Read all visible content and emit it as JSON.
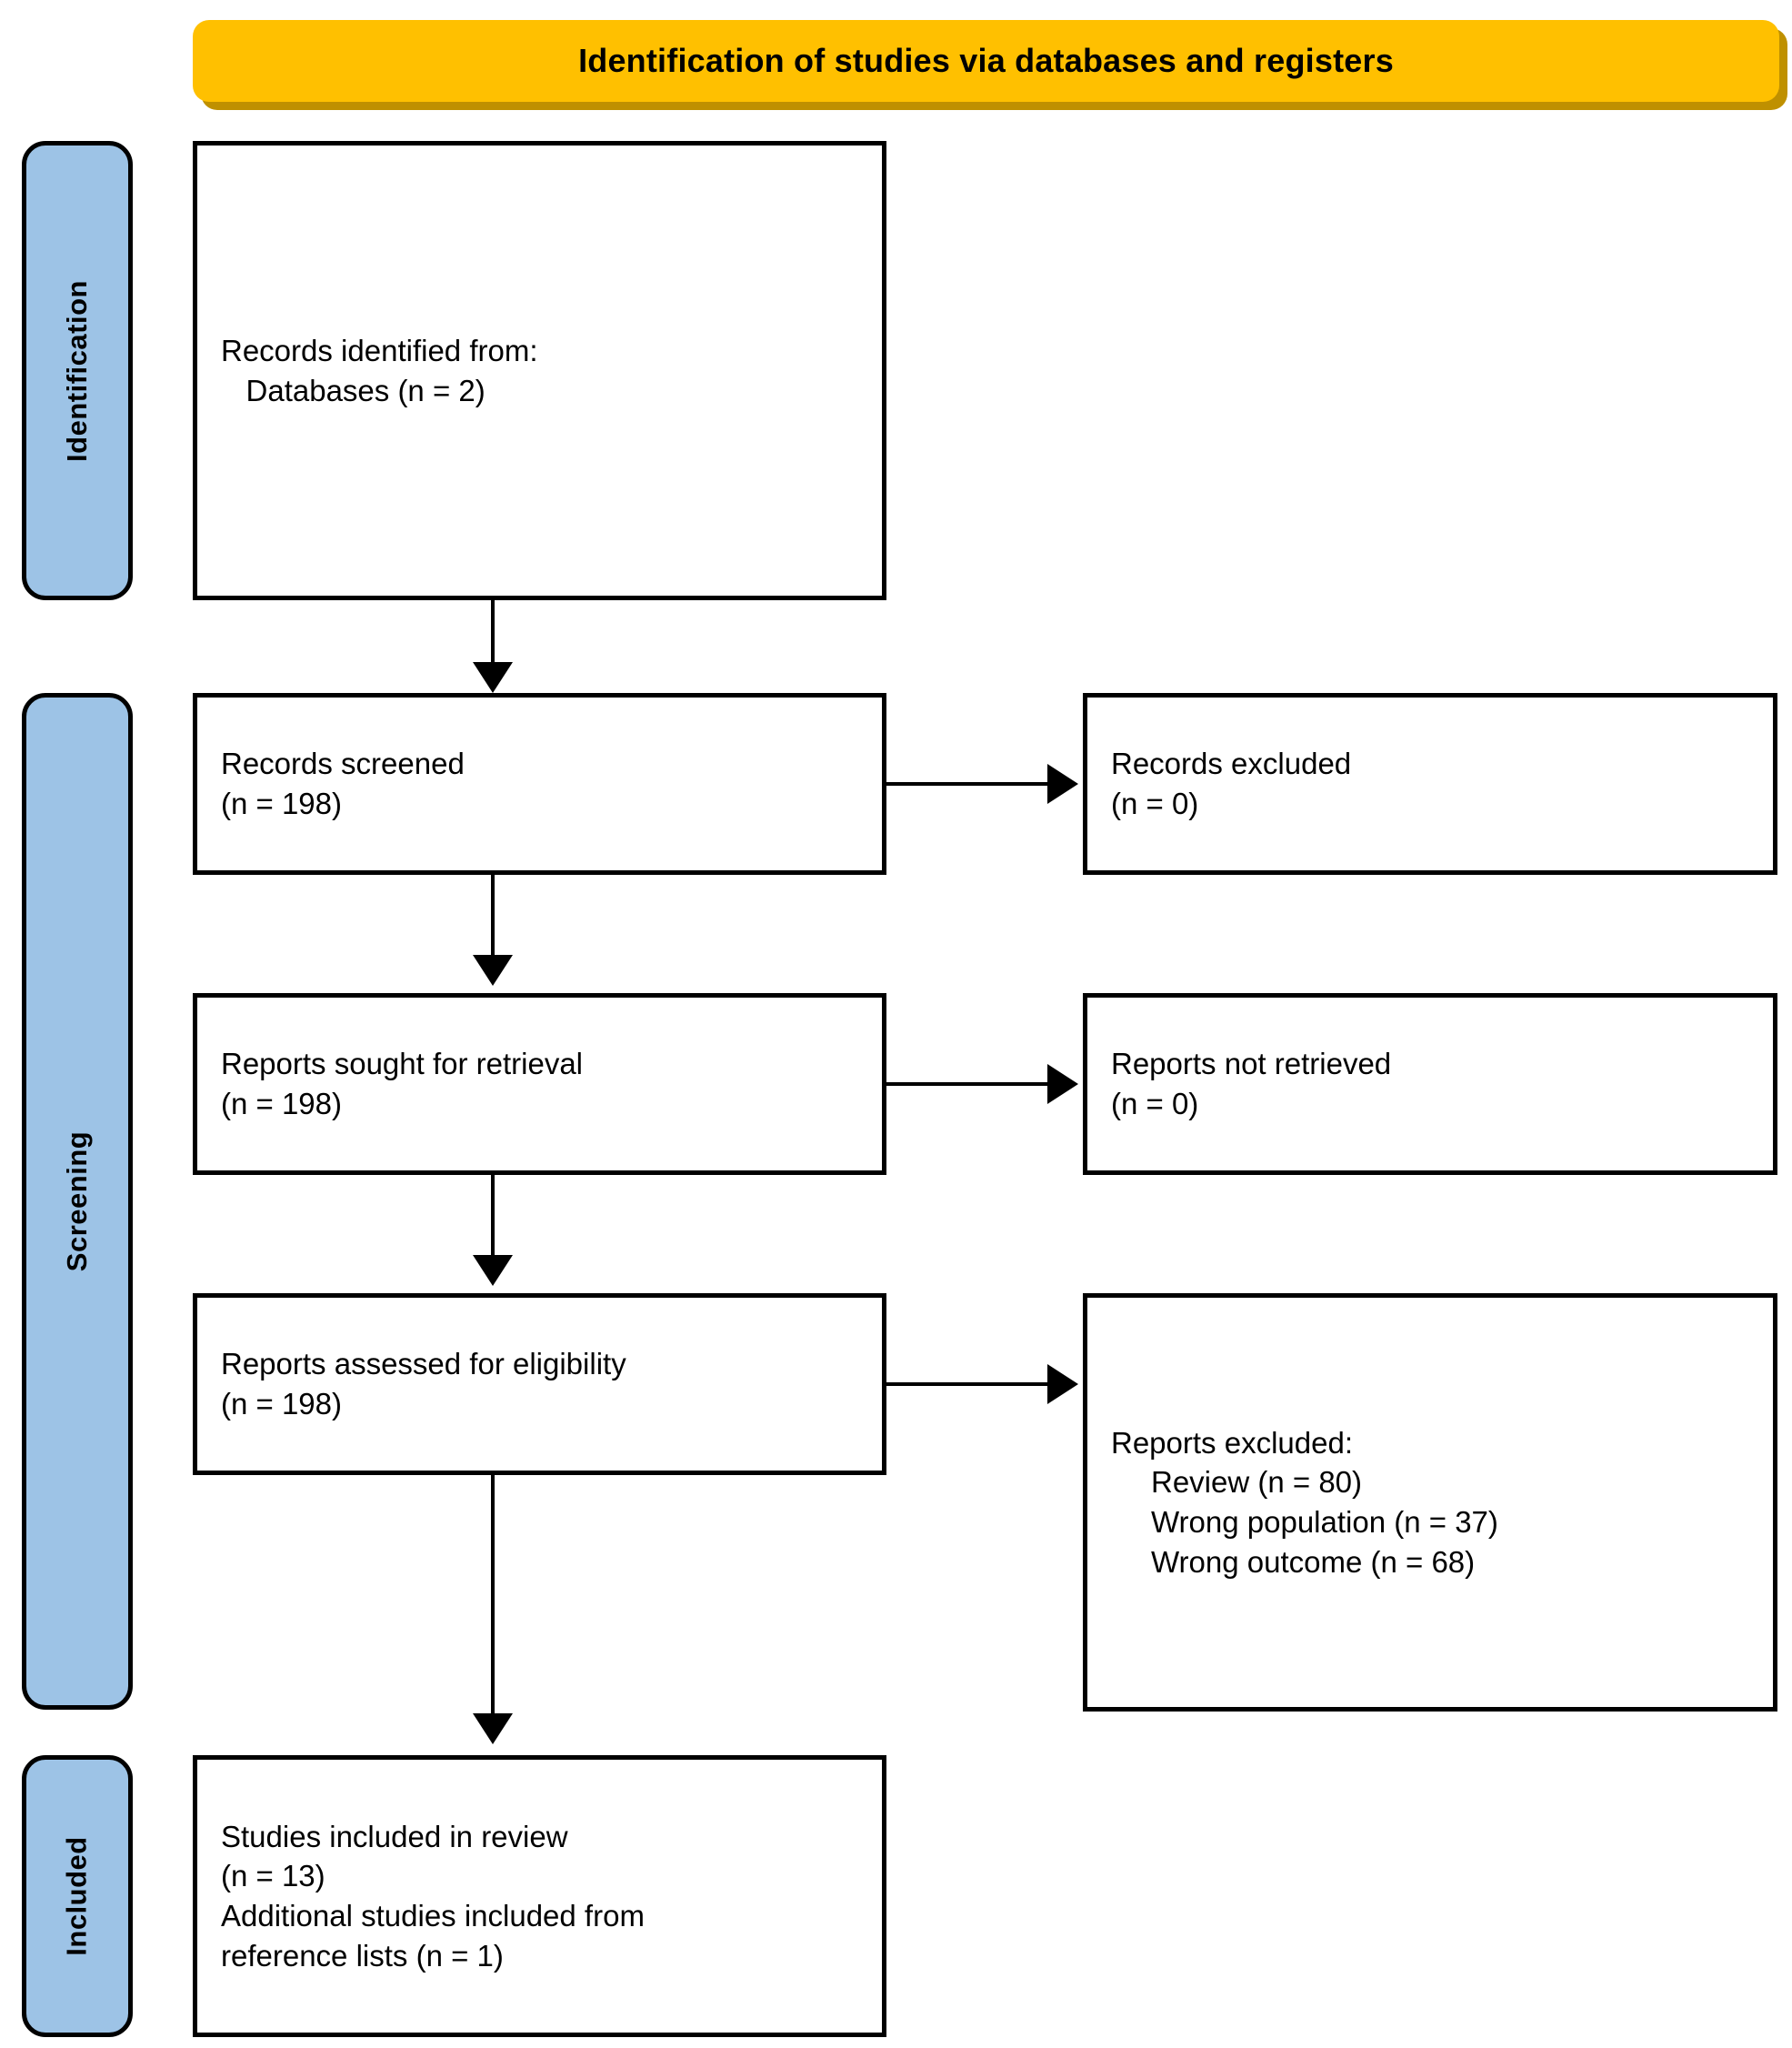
{
  "diagram": {
    "type": "prisma-flow-diagram",
    "banner": {
      "title": "Identification of studies via databases and registers",
      "fill_color": "#FFC000",
      "shadow_color": "#BF9000"
    },
    "stage_color": "#9DC3E6",
    "stages": [
      {
        "id": "identification",
        "label": "Identification"
      },
      {
        "id": "screening",
        "label": "Screening"
      },
      {
        "id": "included",
        "label": "Included"
      }
    ],
    "boxes": {
      "records_identified": {
        "lines": [
          "Records identified from:",
          "   Databases (n = 2)"
        ]
      },
      "records_screened": {
        "lines": [
          "Records screened",
          "(n = 198)"
        ]
      },
      "records_excluded": {
        "lines": [
          "Records excluded",
          "(n = 0)"
        ]
      },
      "reports_sought": {
        "lines": [
          "Reports sought for retrieval",
          "(n = 198)"
        ]
      },
      "reports_not_retrieved": {
        "lines": [
          "Reports not retrieved",
          "(n = 0)"
        ]
      },
      "reports_assessed": {
        "lines": [
          "Reports assessed for eligibility",
          "(n = 198)"
        ]
      },
      "reports_excluded": {
        "heading": "Reports excluded:",
        "reasons": [
          "Review (n = 80)",
          "Wrong population (n = 37)",
          "Wrong outcome (n = 68)"
        ]
      },
      "studies_included": {
        "lines": [
          "Studies included in review",
          "(n = 13)",
          "Additional studies included from",
          "reference lists (n = 1)"
        ]
      }
    },
    "counts": {
      "databases": 2,
      "records_screened": 198,
      "records_excluded": 0,
      "reports_sought": 198,
      "reports_not_retrieved": 0,
      "reports_assessed": 198,
      "excluded_review": 80,
      "excluded_wrong_population": 37,
      "excluded_wrong_outcome": 68,
      "studies_included": 13,
      "additional_from_reference_lists": 1
    }
  }
}
